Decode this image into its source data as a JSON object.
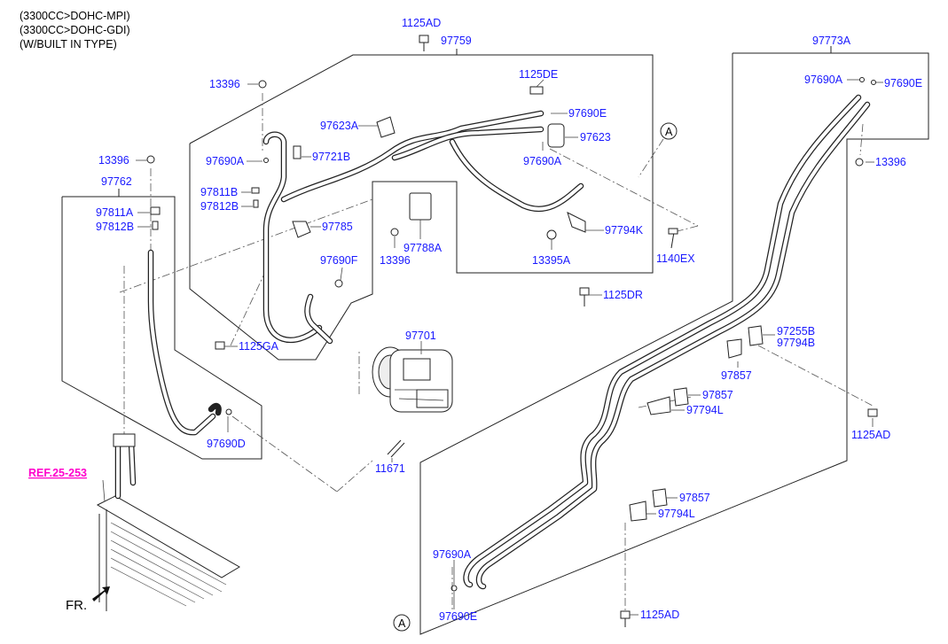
{
  "header_notes": [
    "(3300CC>DOHC-MPI)",
    "(3300CC>DOHC-GDI)",
    "(W/BUILT IN TYPE)"
  ],
  "labels": {
    "p1125AD_top": "1125AD",
    "p97759": "97759",
    "p97773A": "97773A",
    "p13396_a": "13396",
    "p1125DE": "1125DE",
    "p97690A_r": "97690A",
    "p97690E_r": "97690E",
    "p97623A": "97623A",
    "p97690E_m": "97690E",
    "p97623": "97623",
    "p13396_b": "13396",
    "p97690A_a": "97690A",
    "p97721B": "97721B",
    "p97690A_m": "97690A",
    "p13396_c": "13396",
    "p97762": "97762",
    "p97811B": "97811B",
    "p97812B": "97812B",
    "p97811A": "97811A",
    "p97812B_b": "97812B",
    "p97785": "97785",
    "p97788A": "97788A",
    "p13396_d": "13396",
    "p97794K": "97794K",
    "p13395A": "13395A",
    "p1140EX": "1140EX",
    "p97690F": "97690F",
    "p1125DR": "1125DR",
    "p97701": "97701",
    "p1125GA": "1125GA",
    "p97255B": "97255B",
    "p97794B": "97794B",
    "p97857_a": "97857",
    "p97857_b": "97857",
    "p97794L_a": "97794L",
    "p1125AD_r": "1125AD",
    "p97690D": "97690D",
    "p11671": "11671",
    "p97857_c": "97857",
    "p97794L_b": "97794L",
    "p97690A_b": "97690A",
    "p97690E_b": "97690E",
    "p1125AD_b": "1125AD",
    "callout_a": "A"
  },
  "ref_link": "REF.25-253",
  "fr_label": "FR.",
  "colors": {
    "part_label": "#1a1aff",
    "ref_label": "#ff00cc",
    "lines": "#222222"
  }
}
